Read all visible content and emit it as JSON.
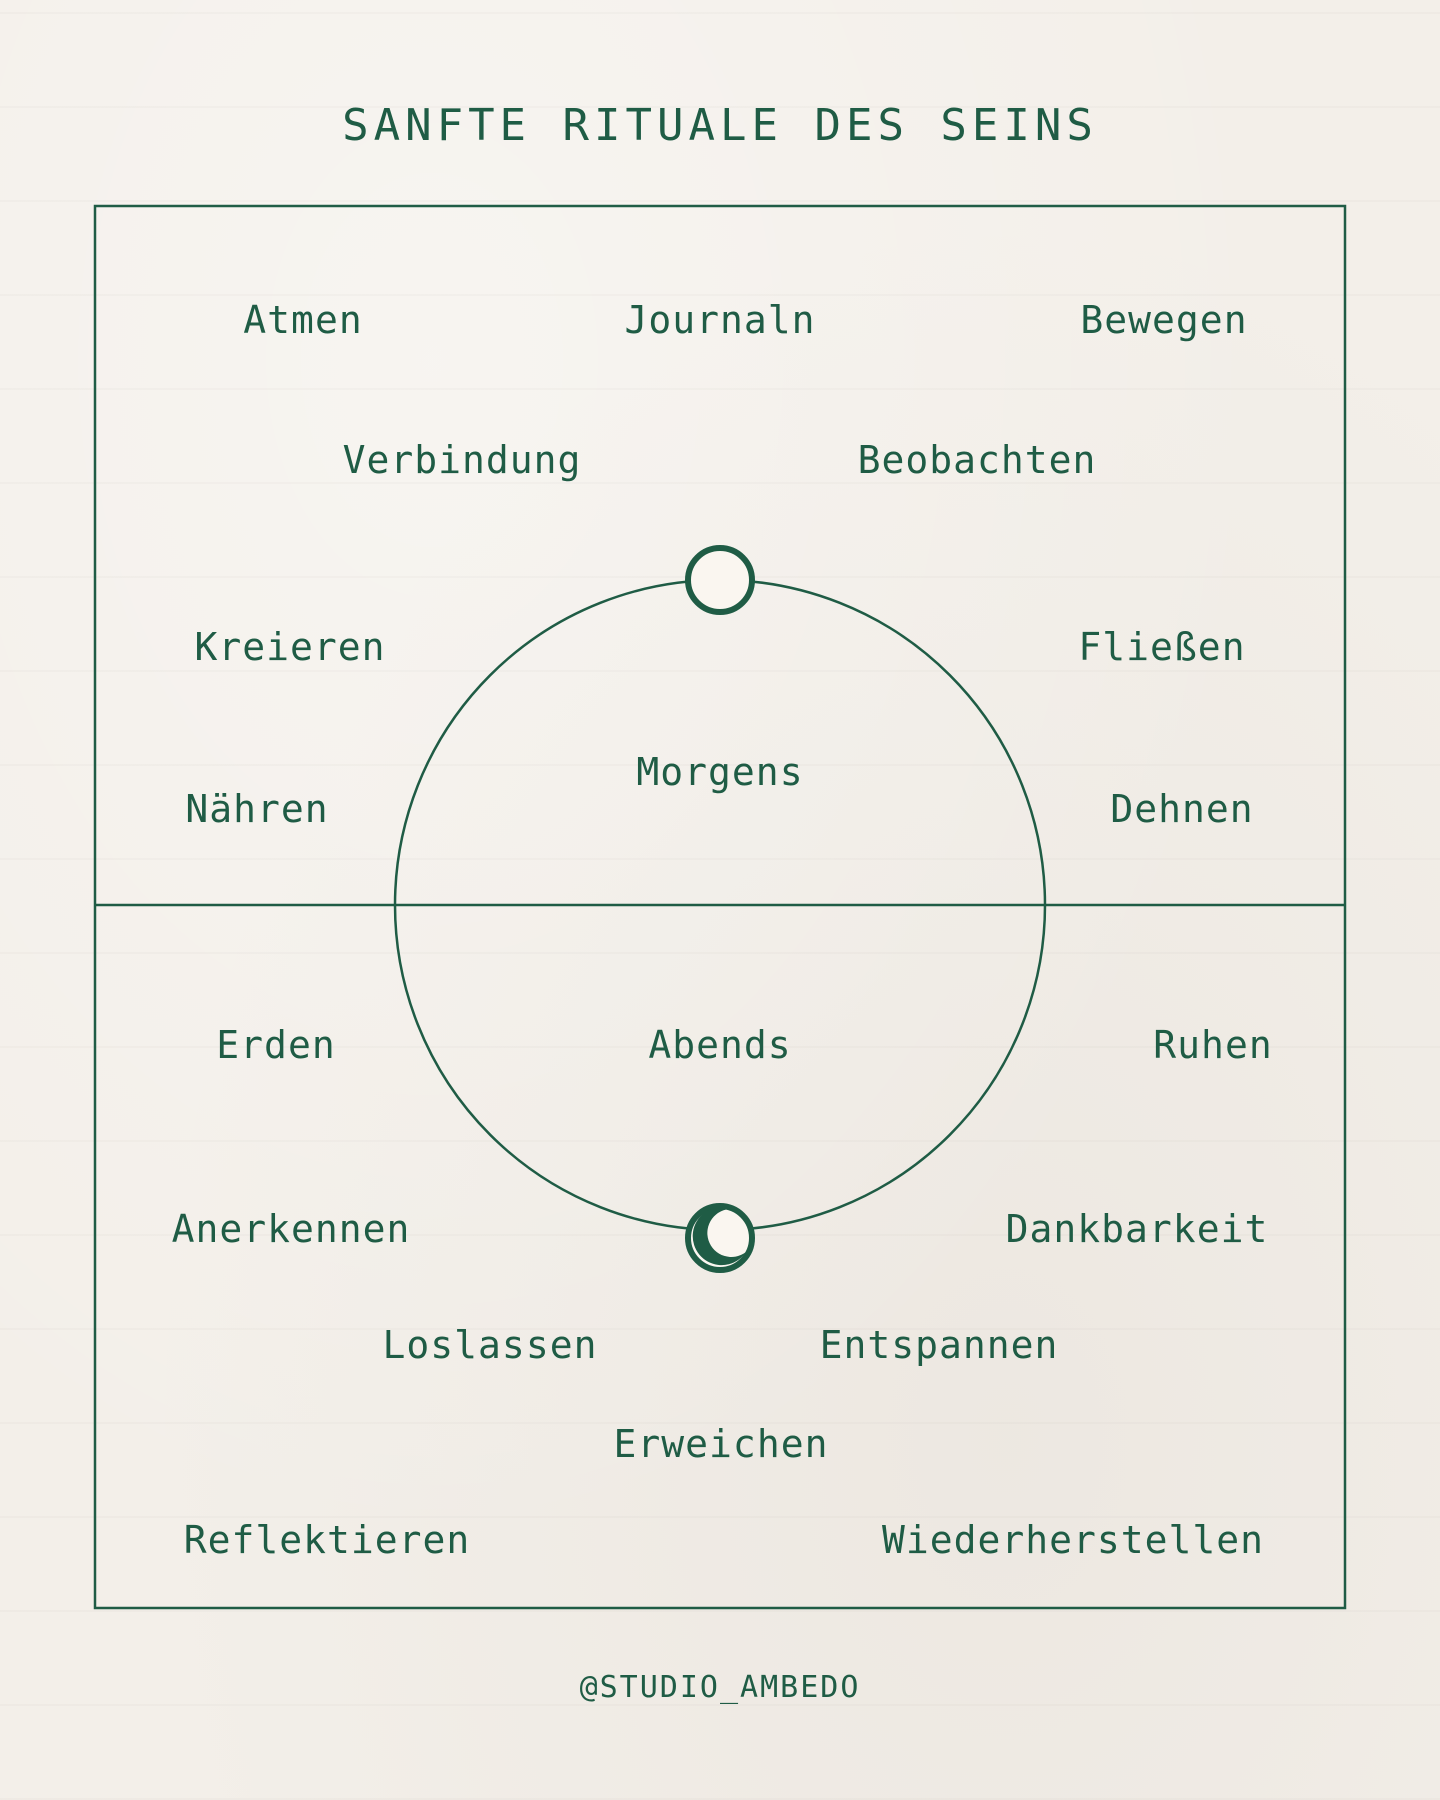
{
  "title": "SANFTE RITUALE DES SEINS",
  "footer": "@STUDIO_AMBEDO",
  "colors": {
    "ink": "#1f5c45",
    "paper": "#f3efe9"
  },
  "icons": {
    "sun": "circle-icon",
    "moon": "crescent-moon-icon"
  },
  "center": {
    "top": "Morgens",
    "bottom": "Abends"
  },
  "rituals": {
    "morning": [
      "Atmen",
      "Journaln",
      "Bewegen",
      "Verbindung",
      "Beobachten",
      "Kreieren",
      "Fließen",
      "Nähren",
      "Dehnen"
    ],
    "evening": [
      "Erden",
      "Ruhen",
      "Anerkennen",
      "Dankbarkeit",
      "Loslassen",
      "Entspannen",
      "Erweichen",
      "Reflektieren",
      "Wiederherstellen"
    ]
  }
}
